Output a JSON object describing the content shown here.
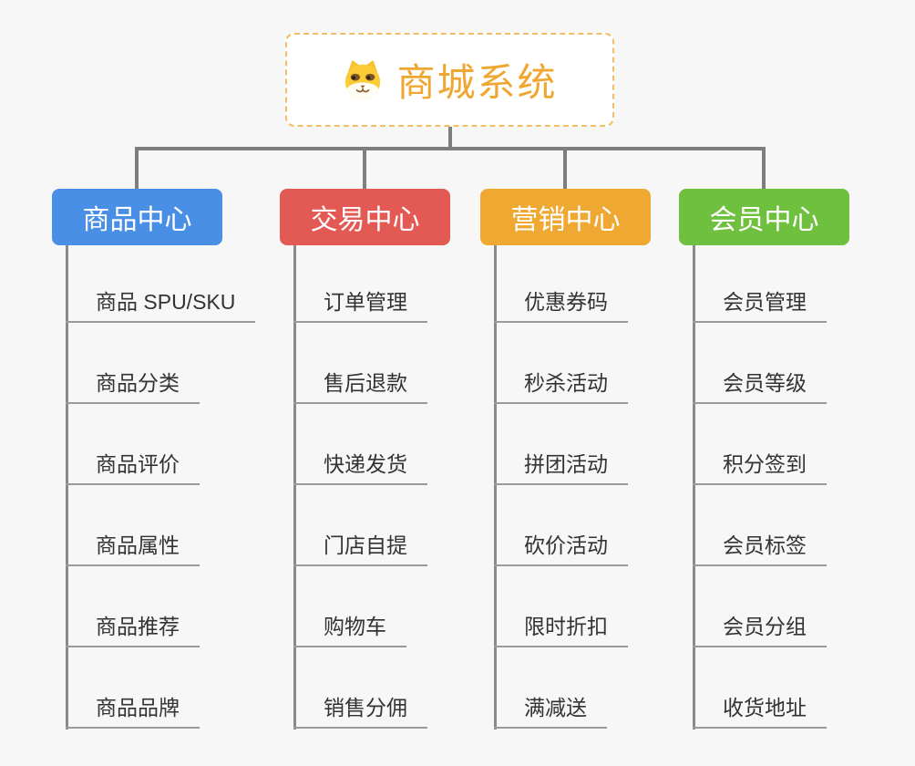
{
  "canvas": {
    "background": "#F7F7F7",
    "connector_color": "#7E7E7E",
    "trunk_color": "#8A8A8A",
    "underline_color": "#9A9A9A",
    "leaf_text_color": "#333333"
  },
  "root": {
    "title": "商城系统",
    "icon": "shiba-dog-icon",
    "text_color": "#F0A732",
    "border_color": "#F3BE63",
    "background": "#FFFFFF"
  },
  "branches": [
    {
      "label": "商品中心",
      "color": "#4A8FE6",
      "items": [
        "商品 SPU/SKU",
        "商品分类",
        "商品评价",
        "商品属性",
        "商品推荐",
        "商品品牌"
      ]
    },
    {
      "label": "交易中心",
      "color": "#E35A55",
      "items": [
        "订单管理",
        "售后退款",
        "快递发货",
        "门店自提",
        "购物车",
        "销售分佣"
      ]
    },
    {
      "label": "营销中心",
      "color": "#EFA933",
      "items": [
        "优惠券码",
        "秒杀活动",
        "拼团活动",
        "砍价活动",
        "限时折扣",
        "满减送"
      ]
    },
    {
      "label": "会员中心",
      "color": "#6FC03E",
      "items": [
        "会员管理",
        "会员等级",
        "积分签到",
        "会员标签",
        "会员分组",
        "收货地址"
      ]
    }
  ]
}
